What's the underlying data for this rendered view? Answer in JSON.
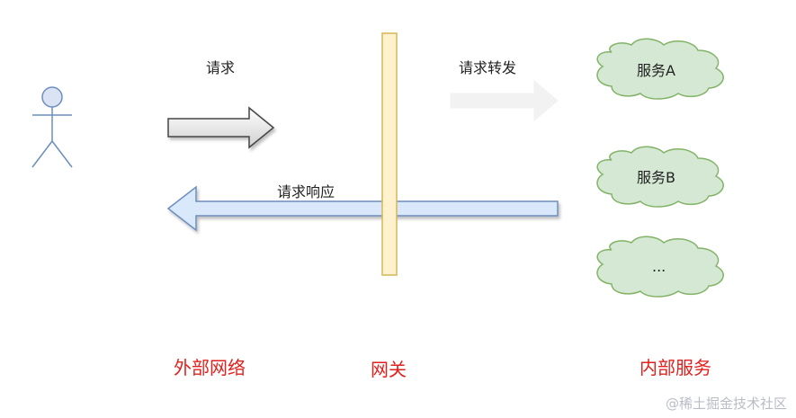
{
  "labels": {
    "request": "请求",
    "forward": "请求转发",
    "response": "请求响应",
    "external_network": "外部网络",
    "gateway": "网关",
    "internal_services": "内部服务"
  },
  "services": [
    "服务A",
    "服务B",
    "..."
  ],
  "watermark": "@稀土掘金技术社区",
  "colors": {
    "actor_head": "#d9e3f3",
    "actor_stroke": "#6c8ebf",
    "gateway_fill": "#fff2cc",
    "gateway_stroke": "#d6b656",
    "cloud_fill": "#d5e8d4",
    "cloud_stroke": "#82b366",
    "response_arrow_fill": "#dae8fc",
    "response_arrow_stroke": "#6c8ebf",
    "label_red": "#e0211d"
  }
}
